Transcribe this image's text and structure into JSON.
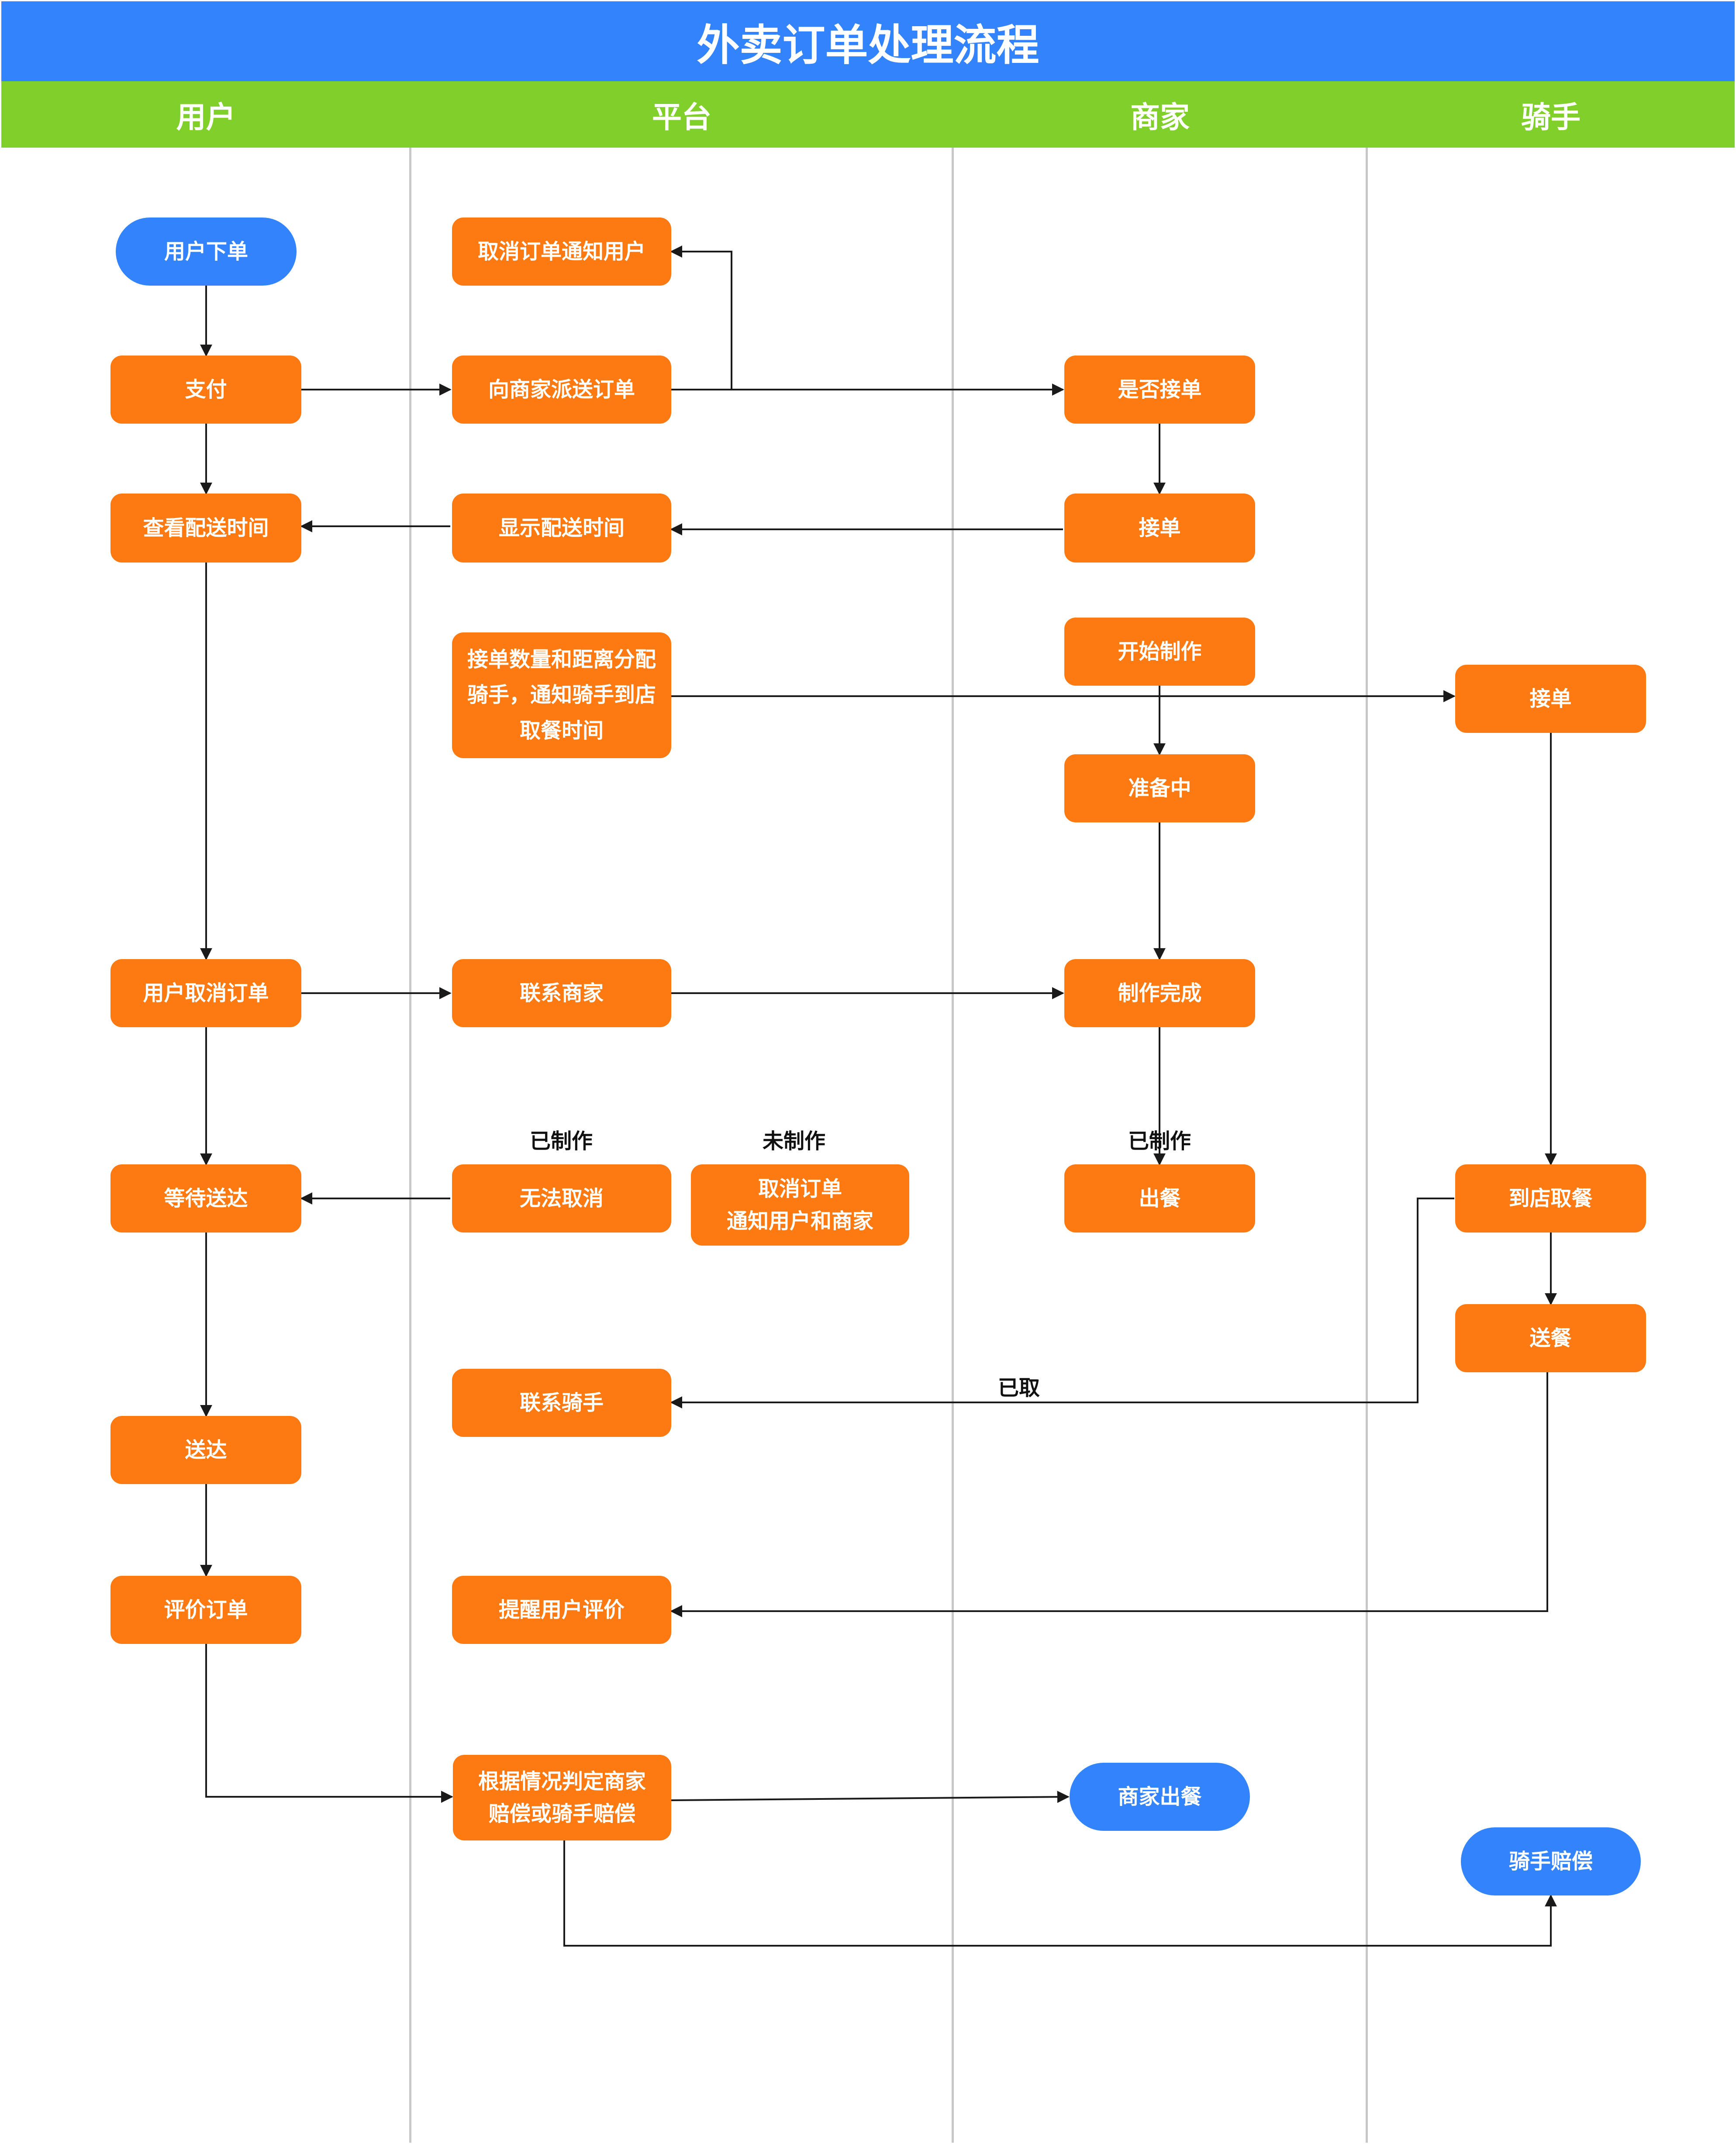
{
  "title": "外卖订单处理流程",
  "lanes": [
    "用户",
    "平台",
    "商家",
    "骑手"
  ],
  "nodes": {
    "user_order": "用户下单",
    "pay": "支付",
    "view_time": "查看配送时间",
    "user_cancel": "用户取消订单",
    "wait": "等待送达",
    "delivered": "送达",
    "rate": "评价订单",
    "cancel_notify": "取消订单通知用户",
    "dispatch": "向商家派送订单",
    "show_time": "显示配送时间",
    "assign_rider": "接单数量和距离分配\n骑手，通知骑手到店\n取餐时间",
    "contact_merchant": "联系商家",
    "cannot_cancel": "无法取消",
    "cancel_both": "取消订单\n通知用户和商家",
    "contact_rider": "联系骑手",
    "remind_rate": "提醒用户评价",
    "judge": "根据情况判定商家\n赔偿或骑手赔偿",
    "accept_q": "是否接单",
    "accept": "接单",
    "start_cook": "开始制作",
    "preparing": "准备中",
    "done": "制作完成",
    "serve": "出餐",
    "merchant_serve": "商家出餐",
    "rider_accept": "接单",
    "pickup": "到店取餐",
    "deliver": "送餐",
    "rider_comp": "骑手赔偿"
  },
  "labels": {
    "made_platform": "已制作",
    "not_made": "未制作",
    "made_merchant": "已制作",
    "picked": "已取"
  },
  "colors": {
    "title": "#3384fc",
    "header": "#80cf2b",
    "process": "#fd7a13",
    "terminal": "#3384fc",
    "divider": "#c7c7c7",
    "edge": "#1a1a1a"
  }
}
